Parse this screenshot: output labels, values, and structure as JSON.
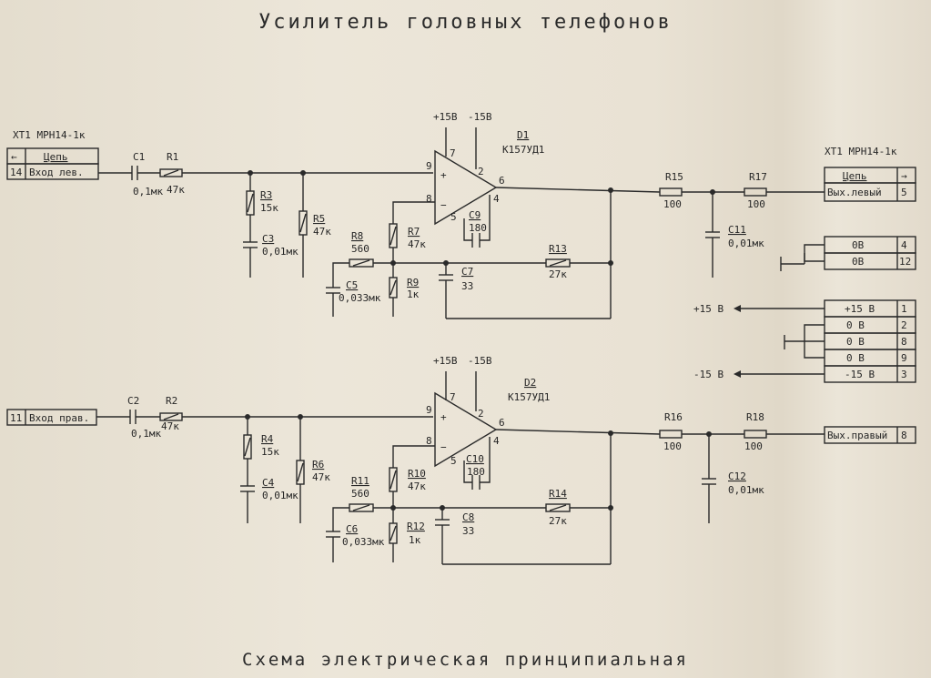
{
  "title": "Усилитель головных телефонов",
  "footer": "Схема электрическая принципиальная",
  "connector_left": {
    "name": "XT1  МРН14-1к",
    "header_arrow": "←",
    "header_label": "Цепь",
    "rows": [
      {
        "pin": "14",
        "label": "Вход лев."
      },
      {
        "pin": "11",
        "label": "Вход прав."
      }
    ]
  },
  "connector_right": {
    "name": "XT1  МРН14-1к",
    "header_label": "Цепь",
    "header_arrow": "→",
    "rows": [
      {
        "label": "Вых.левый",
        "pin": "5"
      },
      {
        "label": "0В",
        "pin": "4"
      },
      {
        "label": "0В",
        "pin": "12"
      },
      {
        "label": "+15 В",
        "pin": "1"
      },
      {
        "label": "0 В",
        "pin": "2"
      },
      {
        "label": "0 В",
        "pin": "8"
      },
      {
        "label": "0 В",
        "pin": "9"
      },
      {
        "label": "-15 В",
        "pin": "3"
      },
      {
        "label": "Вых.правый",
        "pin": "8"
      }
    ]
  },
  "power_rail_labels": {
    "plus": "+15 В",
    "minus": "-15 В"
  },
  "channels": [
    {
      "opamp": {
        "name": "D1",
        "type": "К157УД1",
        "pin_plus_in": "9",
        "pin_minus_in": "8",
        "pin_out": "6",
        "pin_v_plus": "7",
        "pin_v_minus": "2",
        "pin_corr": "5",
        "pin_4": "4",
        "v_plus": "+15В",
        "v_minus": "-15В",
        "plus_sign": "+",
        "minus_sign": "−"
      },
      "parts": {
        "c_in": {
          "ref": "C1",
          "val": "0,1мк"
        },
        "r_in": {
          "ref": "R1",
          "val": "47к"
        },
        "r_a": {
          "ref": "R3",
          "val": "15к"
        },
        "c_a": {
          "ref": "C3",
          "val": "0,01мк"
        },
        "r_b": {
          "ref": "R5",
          "val": "47к"
        },
        "r_ser": {
          "ref": "R8",
          "val": "560"
        },
        "c_ser": {
          "ref": "C5",
          "val": "0,033мк"
        },
        "r_v": {
          "ref": "R7",
          "val": "47к"
        },
        "r_gnd": {
          "ref": "R9",
          "val": "1к"
        },
        "c_comp": {
          "ref": "C9",
          "val": "180"
        },
        "c_fb": {
          "ref": "C7",
          "val": "33"
        },
        "r_fb": {
          "ref": "R13",
          "val": "27к"
        },
        "r_out1": {
          "ref": "R15",
          "val": "100"
        },
        "c_out": {
          "ref": "C11",
          "val": "0,01мк"
        },
        "r_out2": {
          "ref": "R17",
          "val": "100"
        }
      }
    },
    {
      "opamp": {
        "name": "D2",
        "type": "К157УД1",
        "pin_plus_in": "9",
        "pin_minus_in": "8",
        "pin_out": "6",
        "pin_v_plus": "7",
        "pin_v_minus": "2",
        "pin_corr": "5",
        "pin_4": "4",
        "v_plus": "+15В",
        "v_minus": "-15В",
        "plus_sign": "+",
        "minus_sign": "−"
      },
      "parts": {
        "c_in": {
          "ref": "C2",
          "val": "0,1мк"
        },
        "r_in": {
          "ref": "R2",
          "val": "47к"
        },
        "r_a": {
          "ref": "R4",
          "val": "15к"
        },
        "c_a": {
          "ref": "C4",
          "val": "0,01мк"
        },
        "r_b": {
          "ref": "R6",
          "val": "47к"
        },
        "r_ser": {
          "ref": "R11",
          "val": "560"
        },
        "c_ser": {
          "ref": "C6",
          "val": "0,033мк"
        },
        "r_v": {
          "ref": "R10",
          "val": "47к"
        },
        "r_gnd": {
          "ref": "R12",
          "val": "1к"
        },
        "c_comp": {
          "ref": "C10",
          "val": "180"
        },
        "c_fb": {
          "ref": "C8",
          "val": "33"
        },
        "r_fb": {
          "ref": "R14",
          "val": "27к"
        },
        "r_out1": {
          "ref": "R16",
          "val": "100"
        },
        "c_out": {
          "ref": "C12",
          "val": "0,01мк"
        },
        "r_out2": {
          "ref": "R18",
          "val": "100"
        }
      }
    }
  ]
}
